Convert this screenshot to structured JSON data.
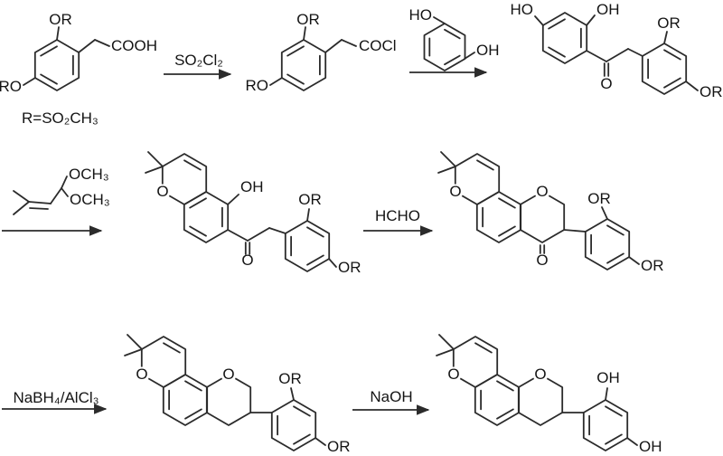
{
  "colors": {
    "background": "#ffffff",
    "bond": "#2b2b2b",
    "text": "#141414"
  },
  "atom_labels": {
    "OR": "OR",
    "RO": "RO",
    "HO": "HO",
    "OH": "OH",
    "O": "O",
    "COOH": "COOH",
    "COCl": "COCl",
    "OCH3": "OCH₃"
  },
  "annotations": {
    "r_definition": "R=SO₂CH₃"
  },
  "reagents": {
    "step1": "SO₂Cl₂",
    "step2": "HCHO",
    "step3": "NaBH₄/AlCl₃",
    "step4": "NaOH"
  }
}
